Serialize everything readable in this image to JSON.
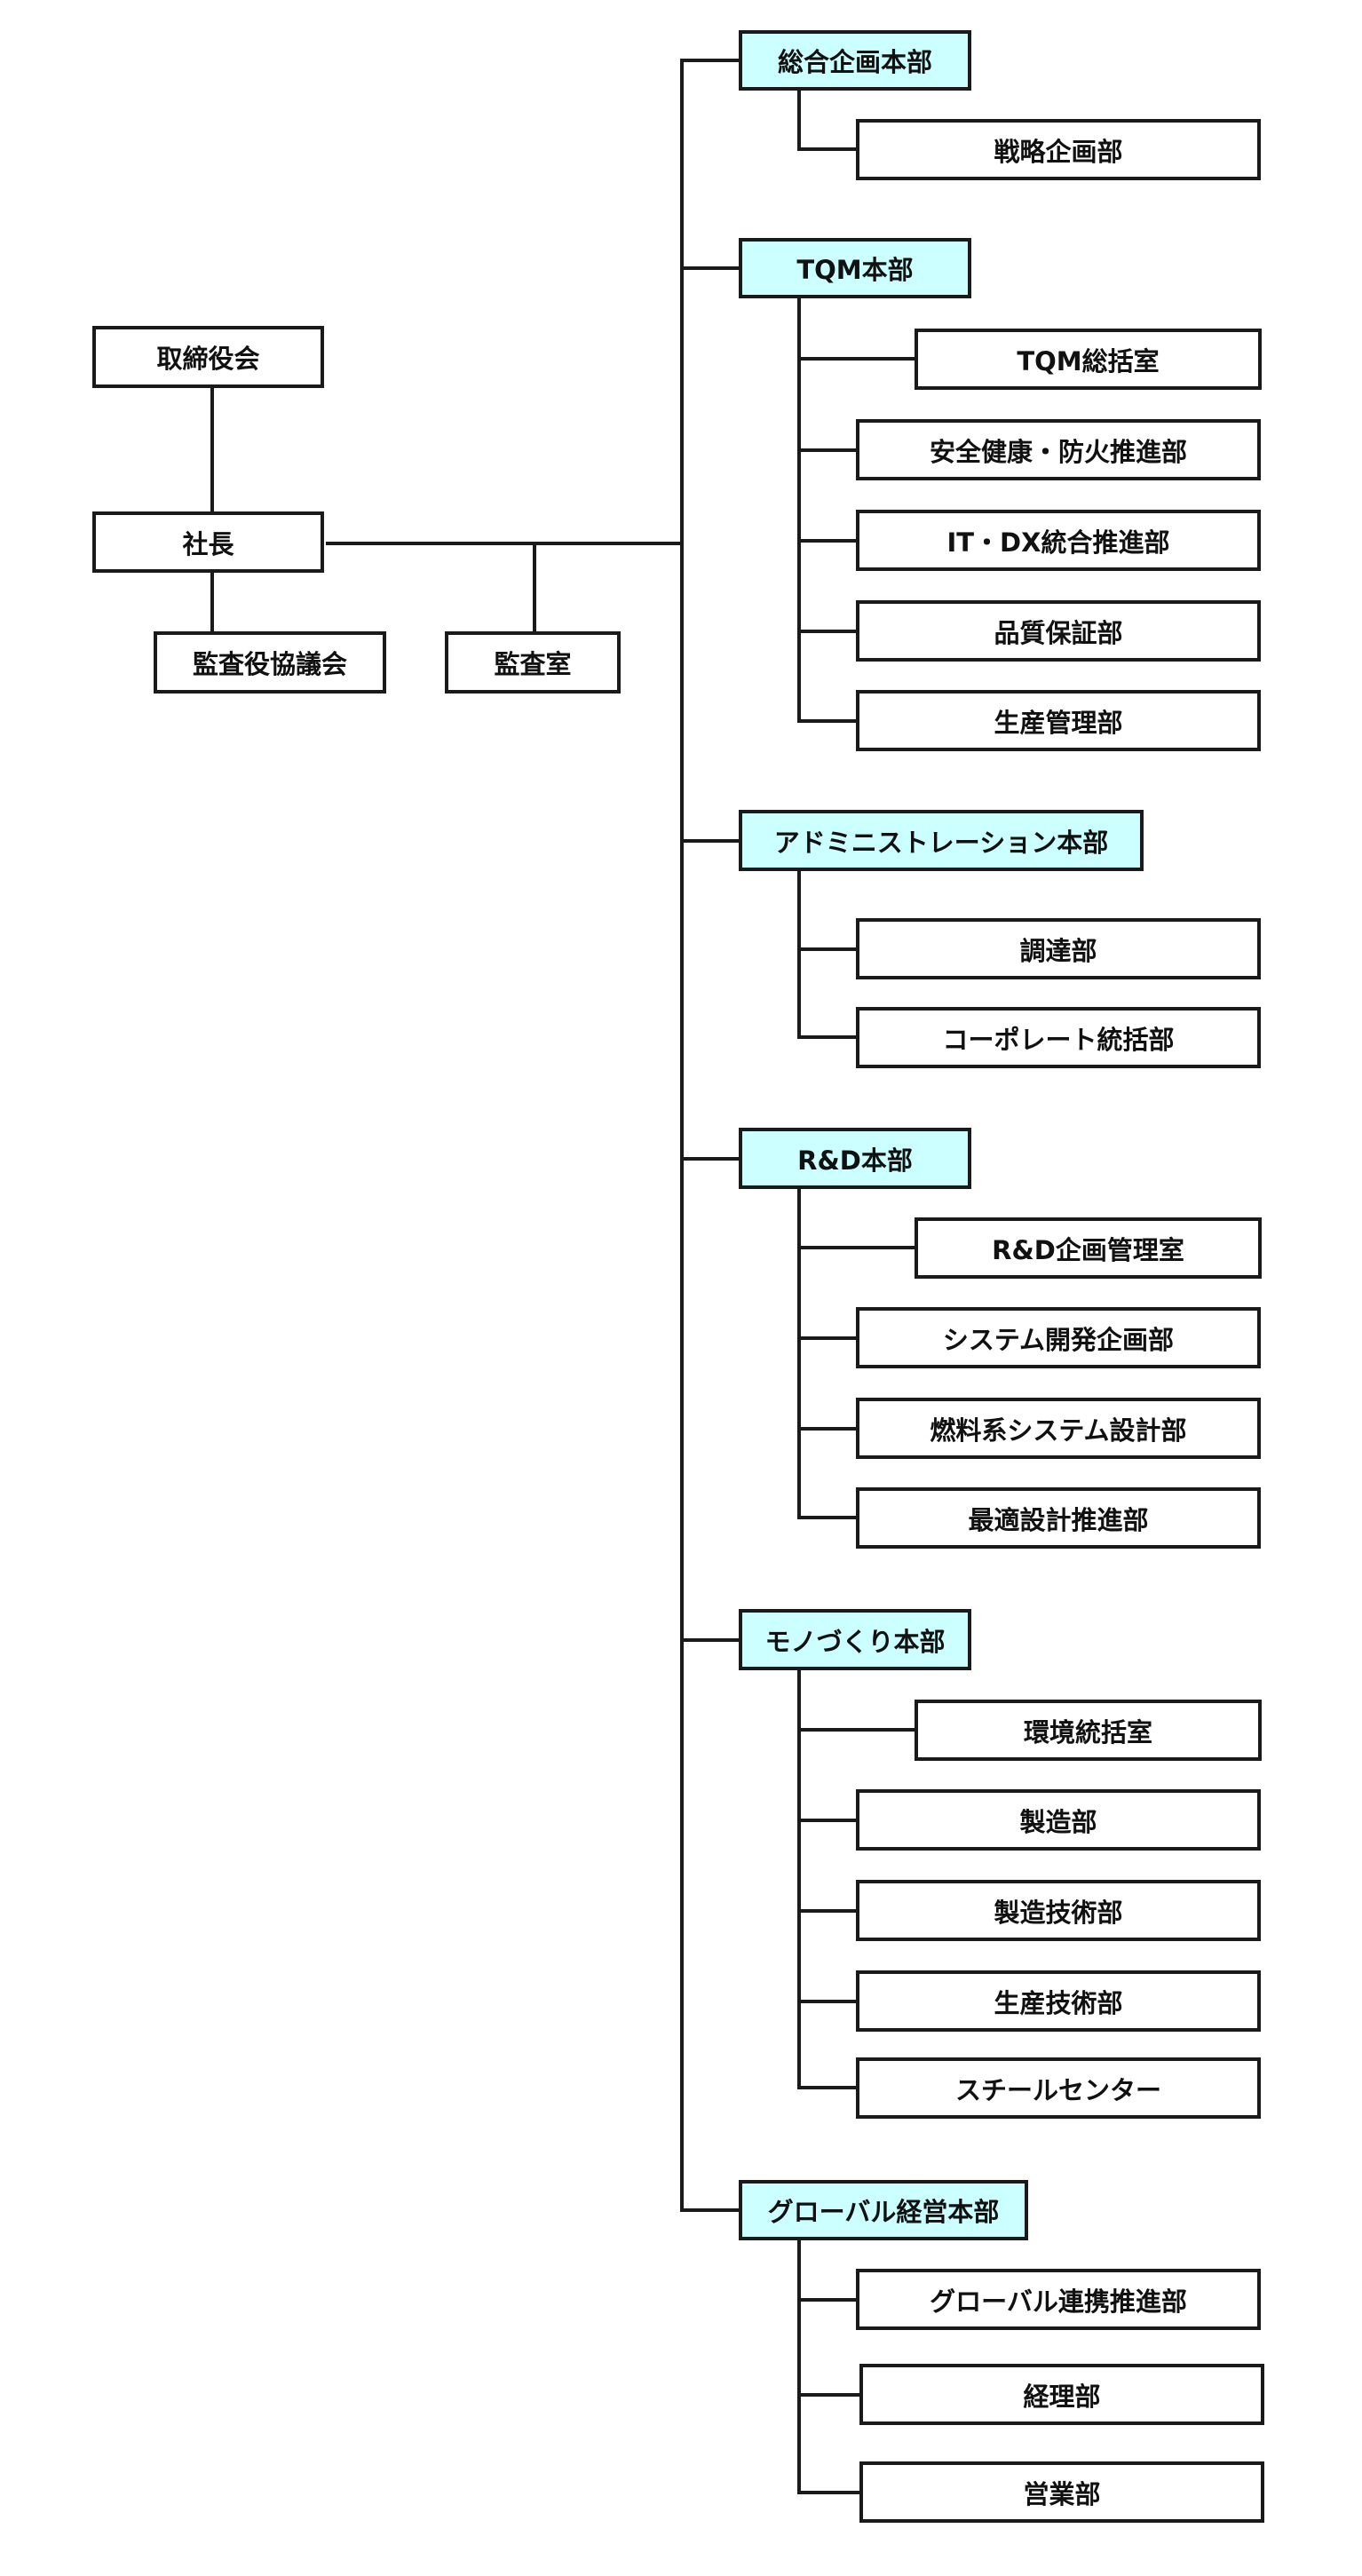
{
  "colors": {
    "headquarters_fill": "#ccffff",
    "box_fill": "#ffffff",
    "line": "#1a1a1a"
  },
  "org": {
    "board": "取締役会",
    "president": "社長",
    "audit_committee": "監査役協議会",
    "audit_office": "監査室",
    "headquarters": [
      {
        "name": "総合企画本部",
        "departments": [
          "戦略企画部"
        ]
      },
      {
        "name": "TQM本部",
        "departments": [
          "TQM総括室",
          "安全健康・防火推進部",
          "IT・DX統合推進部",
          "品質保証部",
          "生産管理部"
        ]
      },
      {
        "name": "アドミニストレーション本部",
        "departments": [
          "調達部",
          "コーポレート統括部"
        ]
      },
      {
        "name": "R&D本部",
        "departments": [
          "R&D企画管理室",
          "システム開発企画部",
          "燃料系システム設計部",
          "最適設計推進部"
        ]
      },
      {
        "name": "モノづくり本部",
        "departments": [
          "環境統括室",
          "製造部",
          "製造技術部",
          "生産技術部",
          "スチールセンター"
        ]
      },
      {
        "name": "グローバル経営本部",
        "departments": [
          "グローバル連携推進部",
          "経理部",
          "営業部"
        ]
      }
    ]
  }
}
